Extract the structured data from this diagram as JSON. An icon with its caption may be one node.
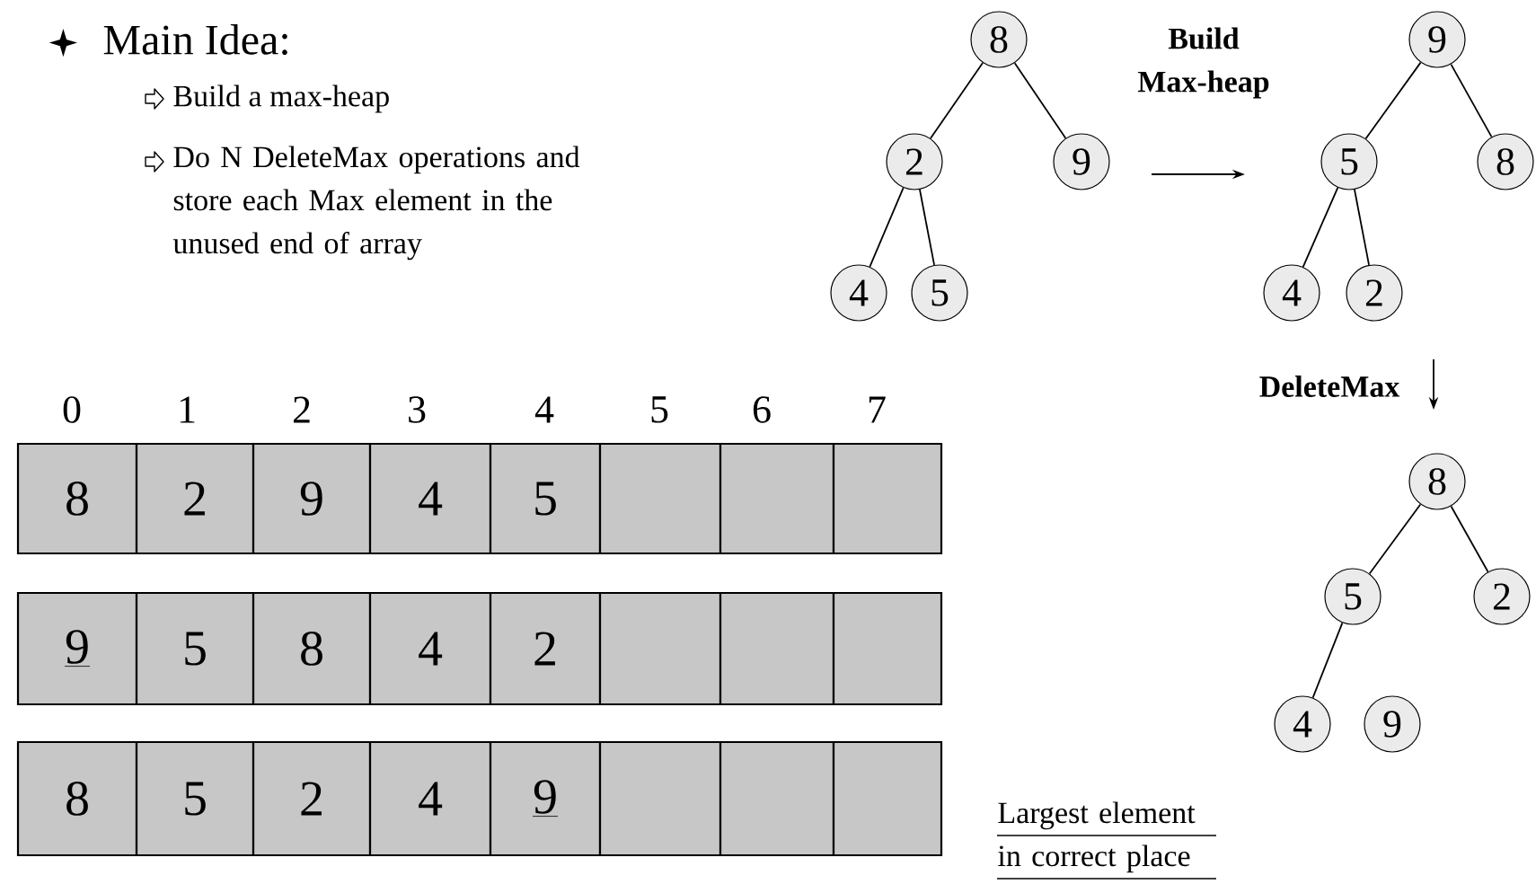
{
  "diagram": {
    "nodes": [
      {
        "text": [
          "8"
        ]
      },
      {
        "text": [
          "2"
        ]
      },
      {
        "text": [
          "9"
        ]
      },
      {
        "text": [
          "4"
        ]
      },
      {
        "text": [
          "5"
        ]
      },
      {
        "text": [
          "9"
        ]
      },
      {
        "text": [
          "5"
        ]
      },
      {
        "text": [
          "8"
        ]
      },
      {
        "text": [
          "4"
        ]
      },
      {
        "text": [
          "2"
        ]
      },
      {
        "text": [
          "8"
        ]
      },
      {
        "text": [
          "5"
        ]
      },
      {
        "text": [
          "2"
        ]
      },
      {
        "text": [
          "4"
        ]
      },
      {
        "text": [
          "9"
        ]
      },
      {
        "text": [
          "8"
        ]
      },
      {
        "text": [
          "2"
        ]
      },
      {
        "text": [
          "9"
        ]
      },
      {
        "text": [
          "4"
        ]
      },
      {
        "text": [
          "5"
        ]
      },
      {
        "text": [],
        "shape": "box"
      },
      {
        "text": [],
        "shape": "box"
      },
      {
        "text": [],
        "shape": "box"
      },
      {
        "text": [
          "9"
        ]
      },
      {
        "text": [
          "5"
        ]
      },
      {
        "text": [
          "8"
        ]
      },
      {
        "text": [
          "4"
        ]
      },
      {
        "text": [
          "2"
        ]
      },
      {
        "text": [],
        "shape": "box"
      },
      {
        "text": [],
        "shape": "box"
      },
      {
        "text": [],
        "shape": "box"
      },
      {
        "text": [
          "8"
        ]
      },
      {
        "text": [
          "5"
        ]
      },
      {
        "text": [
          "2"
        ]
      },
      {
        "text": [
          "4"
        ]
      },
      {
        "text": [
          "9"
        ]
      },
      {
        "text": [],
        "shape": "box"
      },
      {
        "text": [],
        "shape": "box"
      },
      {
        "text": [],
        "shape": "box"
      }
    ],
    "edges": [
      {
        "from": 0,
        "to": 1,
        "arrow": "none"
      },
      {
        "from": 0,
        "to": 2,
        "arrow": "none"
      },
      {
        "from": 1,
        "to": 3,
        "arrow": "none"
      },
      {
        "from": 1,
        "to": 4,
        "arrow": "none"
      },
      {
        "from": 5,
        "to": 6,
        "arrow": "none"
      },
      {
        "from": 5,
        "to": 7,
        "arrow": "none"
      },
      {
        "from": 6,
        "to": 8,
        "arrow": "none"
      },
      {
        "from": 6,
        "to": 9,
        "arrow": "none"
      },
      {
        "from": 10,
        "to": 11,
        "arrow": "none"
      },
      {
        "from": 10,
        "to": 12,
        "arrow": "none"
      },
      {
        "from": 11,
        "to": 13,
        "arrow": "none"
      }
    ],
    "labels": [
      "Main Idea:",
      "Build a max-heap",
      "Do N DeleteMax operations and store each Max element in the unused end of array",
      "Build Max-heap",
      "DeleteMax",
      "0",
      "1",
      "2",
      "3",
      "4",
      "5",
      "6",
      "7",
      "Largest element in correct place"
    ]
  }
}
